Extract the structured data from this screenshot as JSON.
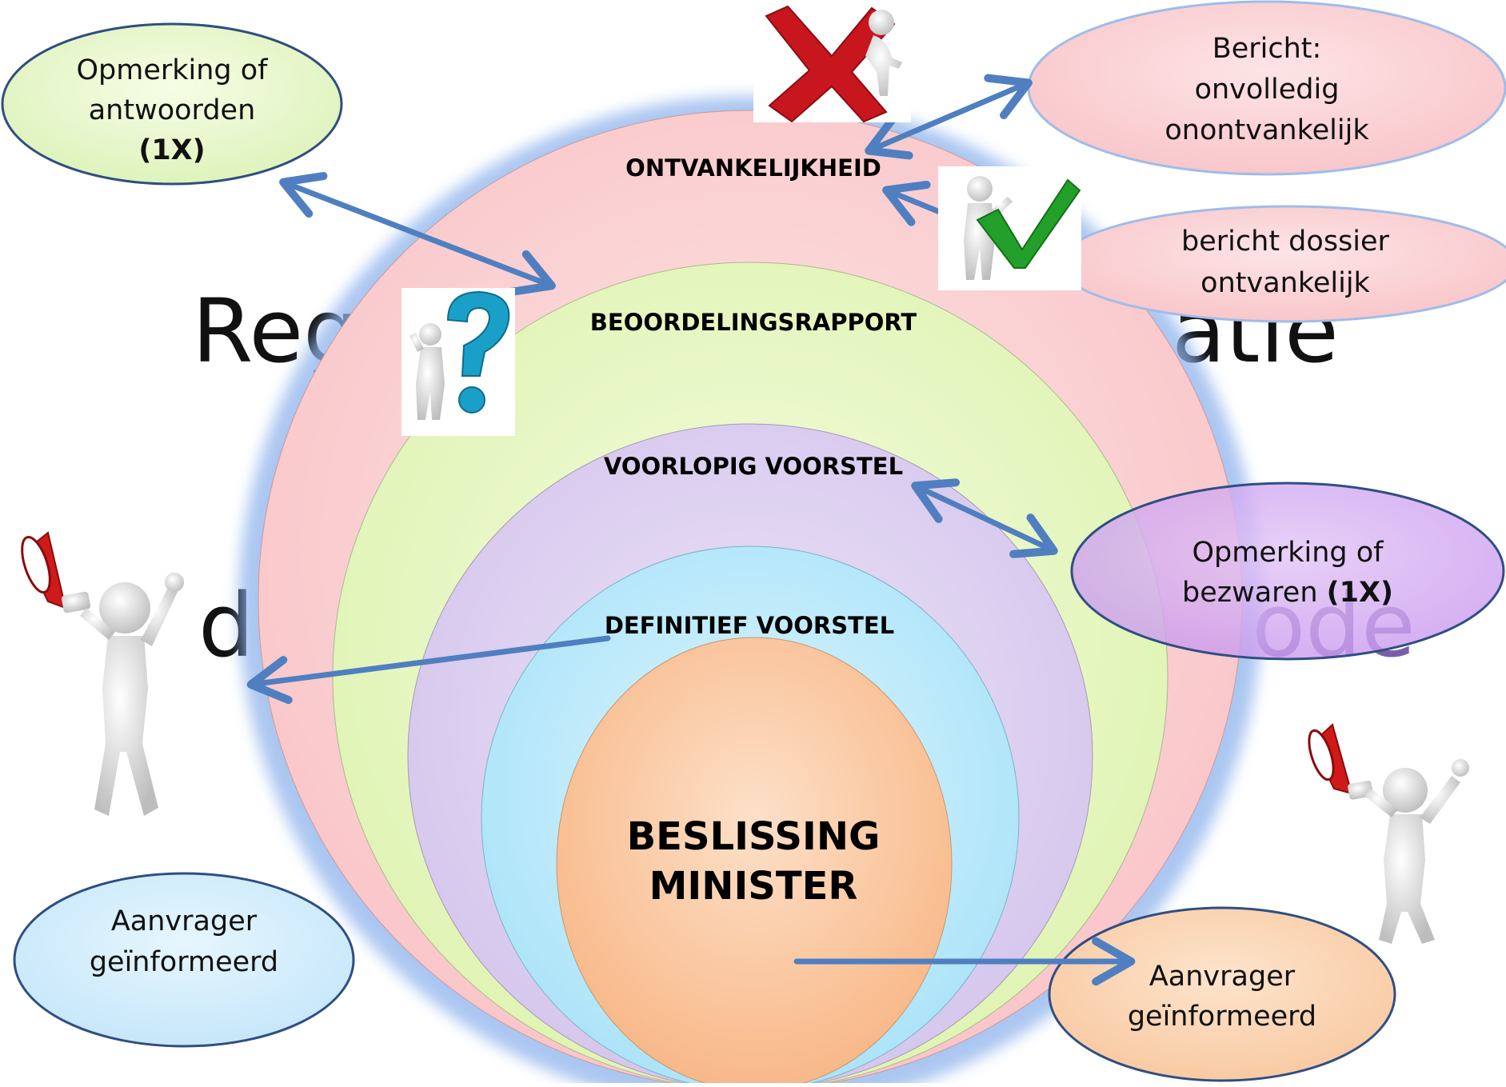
{
  "background_title": {
    "line1_fragment_left": "Reg",
    "line1_fragment_right": "atie",
    "line2_fragment_left": "de",
    "line2_fragment_right": "ode"
  },
  "rings": {
    "outer_label": "ONTVANKELIJKHEID",
    "second_label": "BEOORDELINGSRAPPORT",
    "third_label": "VOORLOPIG VOORSTEL",
    "fourth_label": "DEFINITIEF VOORSTEL",
    "core_line1": "BESLISSING",
    "core_line2": "MINISTER"
  },
  "bubbles": {
    "top_left": {
      "line1": "Opmerking of",
      "line2": "antwoorden",
      "line3": "(1X)"
    },
    "top_right": {
      "line1": "Bericht:",
      "line2": "onvolledig",
      "line3": "onontvankelijk"
    },
    "mid_right": {
      "line1": "bericht dossier",
      "line2": "ontvankelijk"
    },
    "purple_right": {
      "line1": "Opmerking of",
      "line2_normal": "bezwaren ",
      "line2_bold": "(1X)"
    },
    "bottom_left": {
      "line1": "Aanvrager",
      "line2": "geïnformeerd"
    },
    "bottom_right": {
      "line1": "Aanvrager",
      "line2": "geïnformeerd"
    }
  },
  "colors": {
    "ring_outer": "#fcd6d8",
    "ring_second": "#eaf8c8",
    "ring_third": "#e2d6f2",
    "ring_fourth": "#c4ecfb",
    "core": "#fbcca4",
    "arrow": "#4f7fc0",
    "glow": "#8fb4ec"
  },
  "icons": {
    "red_cross": "red-x-figure-icon",
    "green_check": "green-check-figure-icon",
    "question_mark": "question-figure-icon",
    "megaphone_left": "megaphone-figure-icon",
    "megaphone_right": "megaphone-figure-icon"
  }
}
